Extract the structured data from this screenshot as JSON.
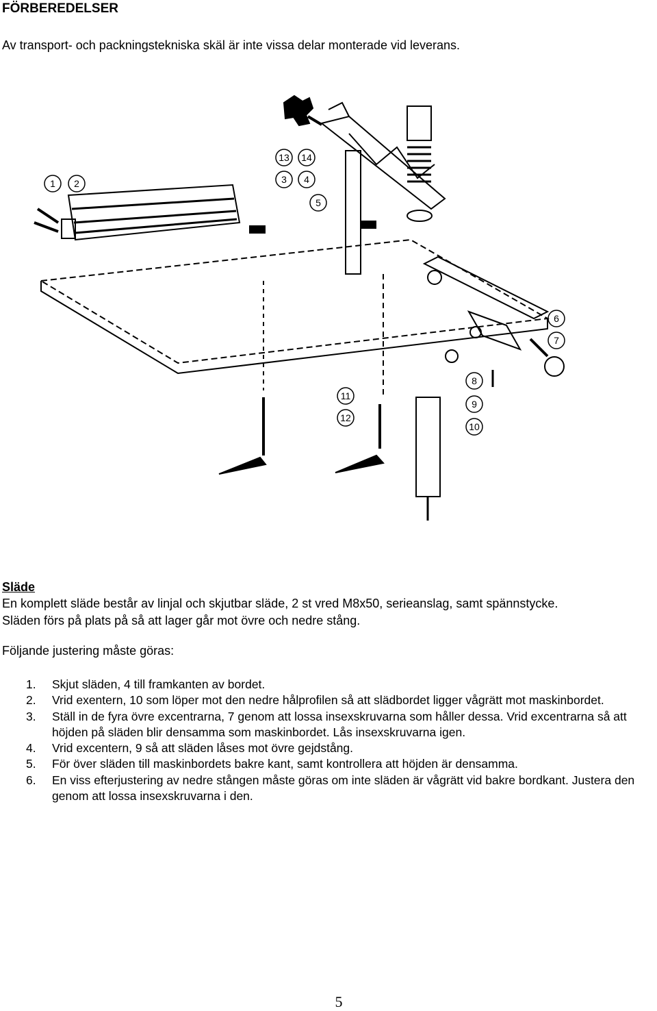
{
  "heading": "FÖRBEREDELSER",
  "intro": "Av transport- och packningstekniska skäl är inte vissa delar monterade vid leverans.",
  "figure": {
    "callouts": [
      "1",
      "2",
      "3",
      "4",
      "5",
      "6",
      "7",
      "8",
      "9",
      "10",
      "11",
      "12",
      "13",
      "14"
    ]
  },
  "section": {
    "title": "Släde",
    "line1": "En komplett släde består av linjal och skjutbar släde, 2 st vred M8x50, serieanslag, samt spännstycke.",
    "line2": "Släden förs på plats på så att lager går mot övre och nedre stång.",
    "lead": "Följande justering måste göras:",
    "steps": [
      {
        "num": "1.",
        "text": "Skjut släden, 4 till framkanten av bordet."
      },
      {
        "num": "2.",
        "text": "Vrid exentern, 10 som löper mot den nedre hålprofilen så att slädbordet ligger vågrätt mot maskinbordet."
      },
      {
        "num": "3.",
        "text": "Ställ in de fyra övre excentrarna, 7 genom att lossa insexskruvarna som håller dessa. Vrid excentrarna så att höjden på släden blir densamma som maskinbordet. Lås insexskruvarna igen."
      },
      {
        "num": "4.",
        "text": "Vrid excentern, 9 så att släden låses mot övre gejdstång."
      },
      {
        "num": "5.",
        "text": "För över släden till maskinbordets bakre kant, samt kontrollera att höjden är densamma."
      },
      {
        "num": "6.",
        "text": "En viss efterjustering av nedre stången måste göras om inte släden är vågrätt vid bakre bordkant. Justera den genom att lossa insexskruvarna i den."
      }
    ]
  },
  "page_number": "5"
}
